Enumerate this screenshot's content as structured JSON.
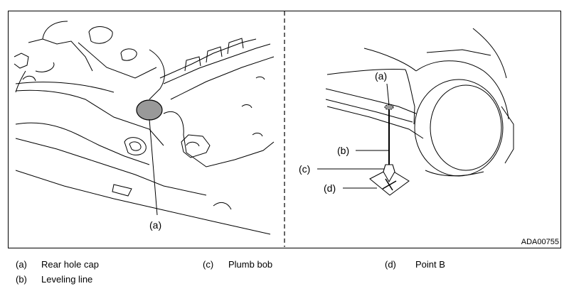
{
  "figure": {
    "code": "ADA00755",
    "left_panel": {
      "callout_a": "(a)"
    },
    "right_panel": {
      "callout_a": "(a)",
      "callout_b": "(b)",
      "callout_c": "(c)",
      "callout_d": "(d)"
    }
  },
  "legend": [
    {
      "key": "(a)",
      "text": "Rear hole cap"
    },
    {
      "key": "(b)",
      "text": "Leveling line"
    },
    {
      "key": "(c)",
      "text": "Plumb bob"
    },
    {
      "key": "(d)",
      "text": "Point B"
    }
  ],
  "colors": {
    "line": "#000000",
    "cap_fill": "#999999"
  }
}
